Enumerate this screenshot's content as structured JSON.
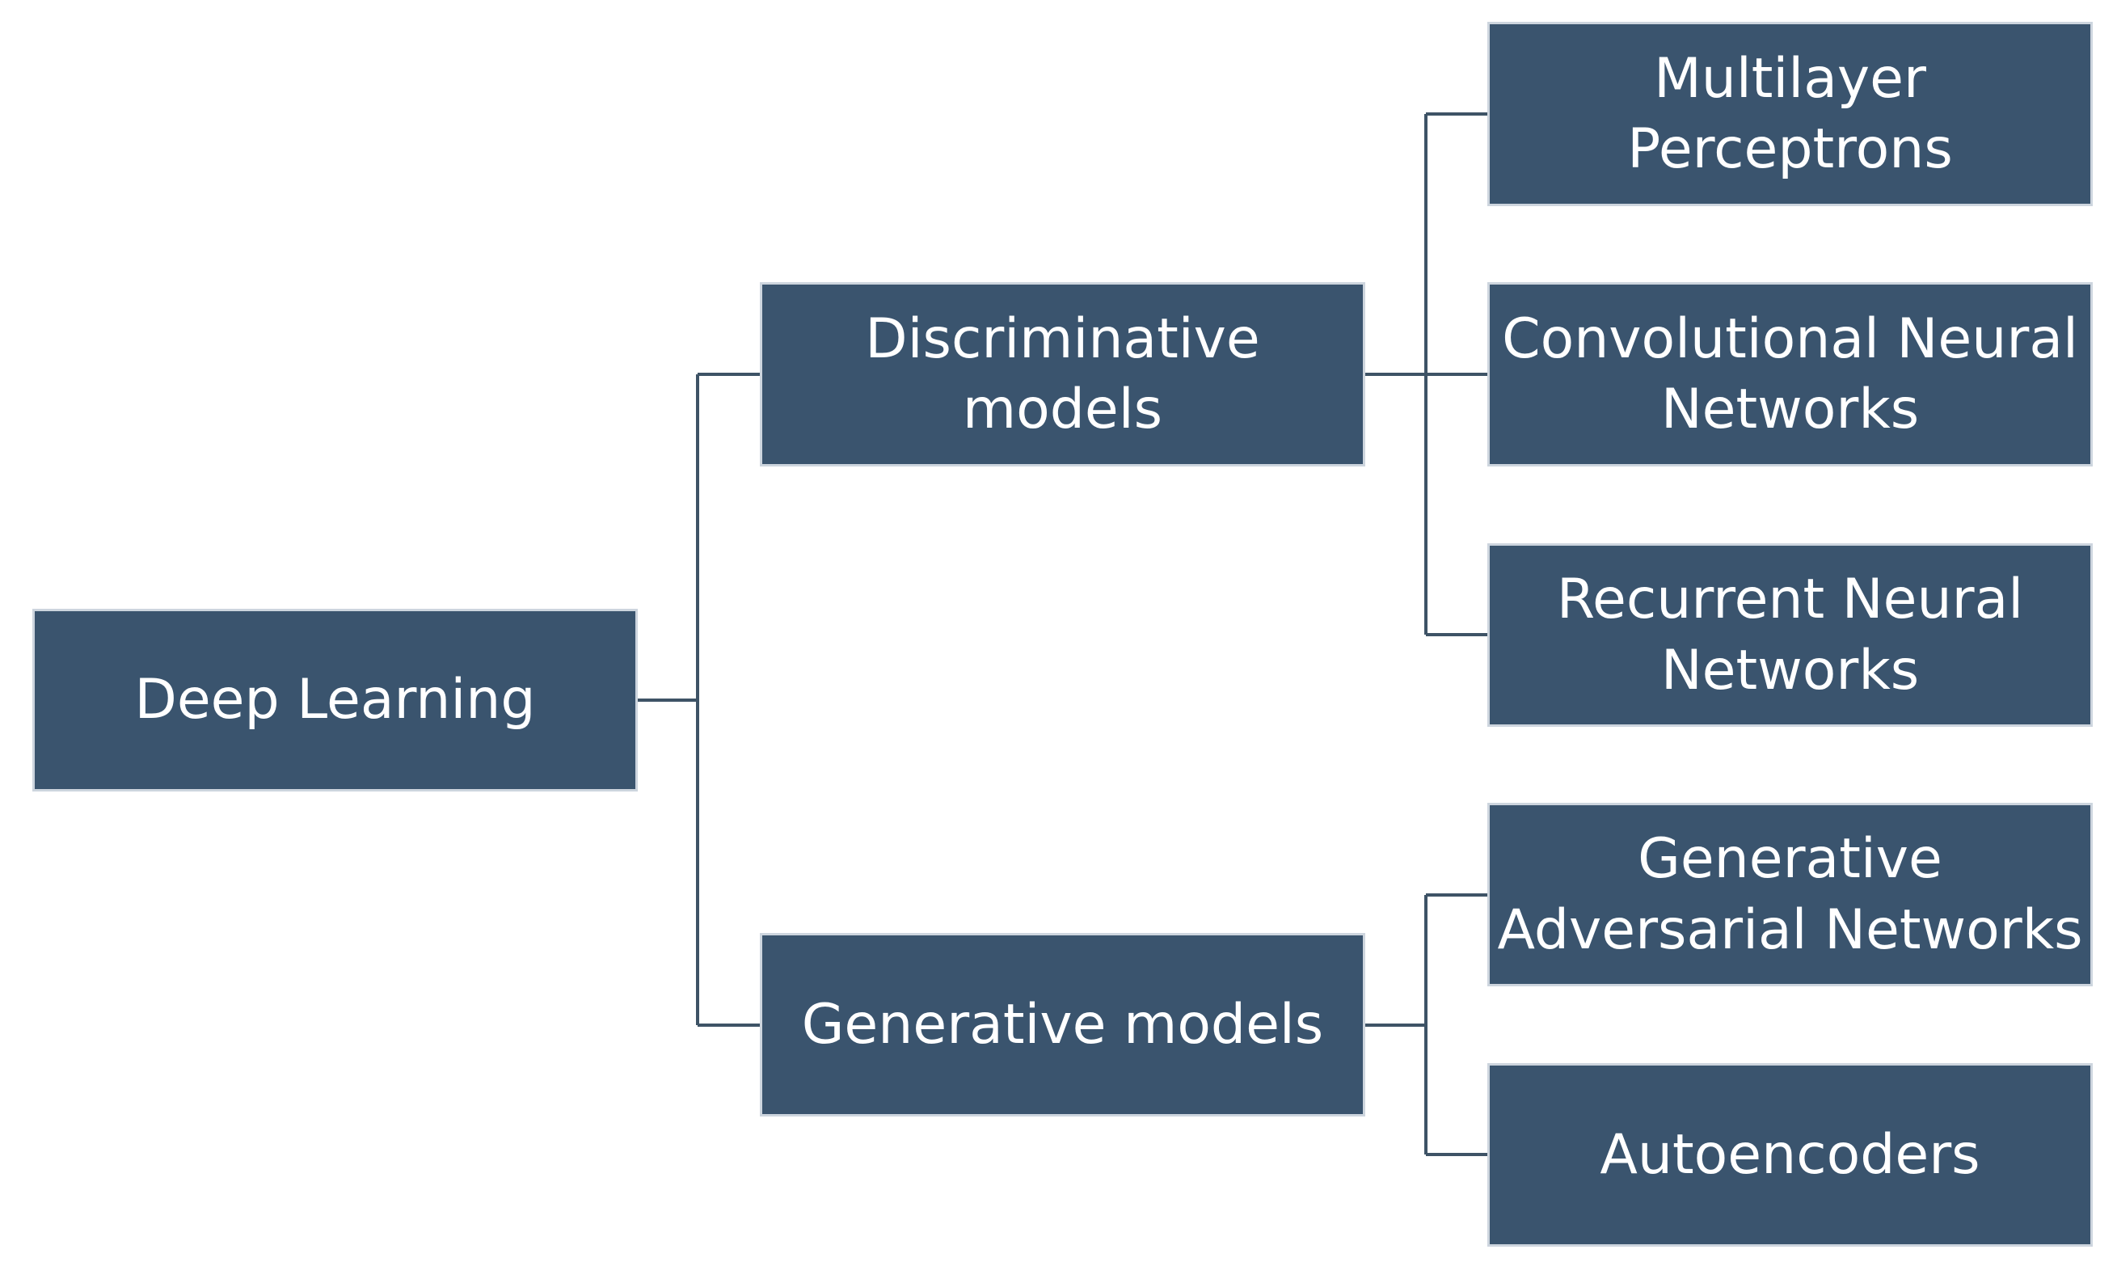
{
  "diagram": {
    "root": {
      "label": "Deep Learning"
    },
    "branches": [
      {
        "label": "Discriminative\nmodels",
        "children": [
          {
            "label": "Multilayer\nPerceptrons"
          },
          {
            "label": "Convolutional Neural\nNetworks"
          },
          {
            "label": "Recurrent Neural\nNetworks"
          }
        ]
      },
      {
        "label": "Generative models",
        "children": [
          {
            "label": "Generative\nAdversarial Networks"
          },
          {
            "label": "Autoencoders"
          }
        ]
      }
    ]
  },
  "colors": {
    "box_fill": "#3a546e",
    "box_text": "#ffffff",
    "connector": "#3e5366",
    "background": "#ffffff"
  }
}
